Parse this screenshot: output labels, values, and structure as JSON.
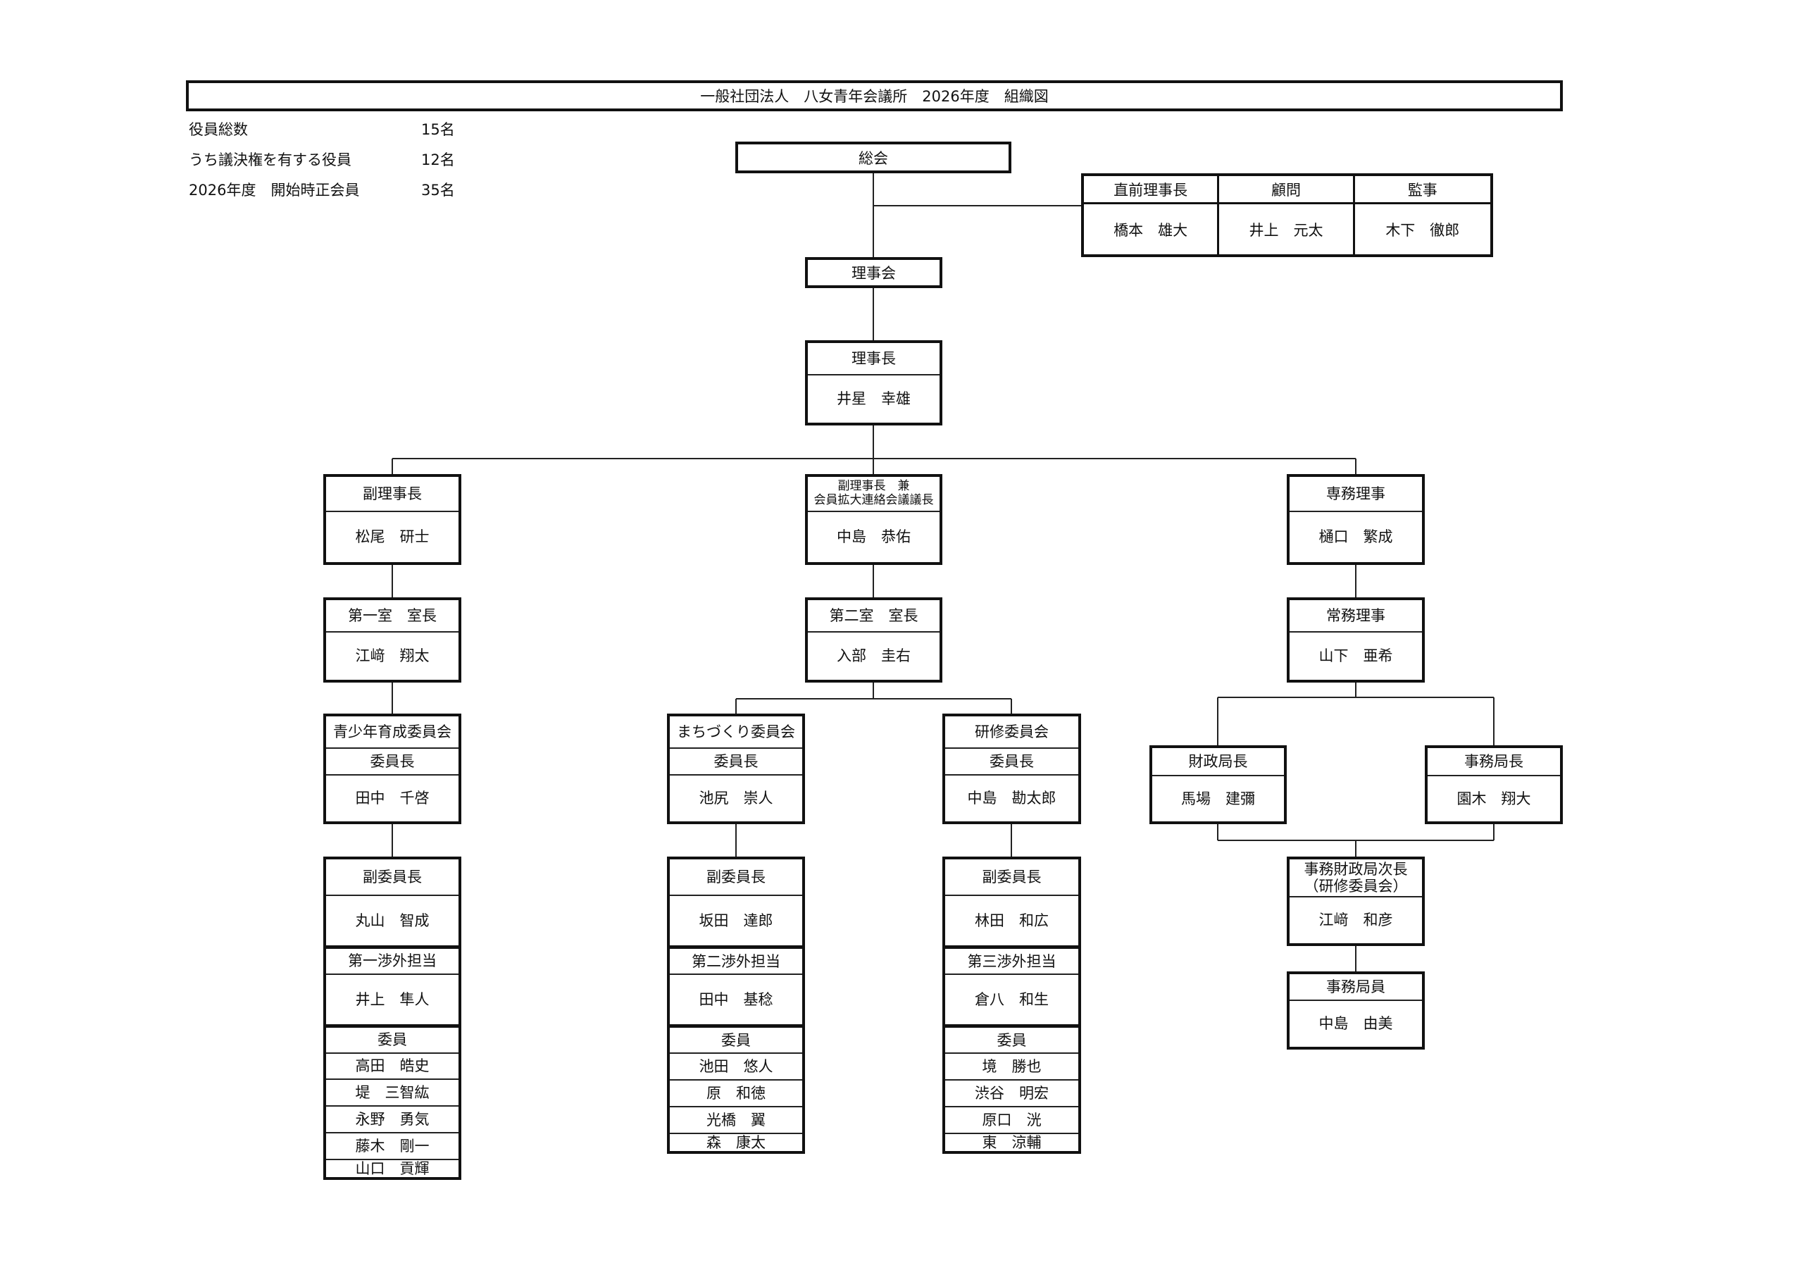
{
  "title": "一般社団法人　八女青年会議所　2026年度　組織図",
  "stats": [
    {
      "label": "役員総数",
      "value": "15名"
    },
    {
      "label": "うち議決権を有する役員",
      "value": "12名"
    },
    {
      "label": "2026年度　開始時正会員",
      "value": "35名"
    }
  ],
  "general_assembly": "総会",
  "advisors": [
    {
      "role": "直前理事長",
      "name": "橋本　雄大"
    },
    {
      "role": "顧問",
      "name": "井上　元太"
    },
    {
      "role": "監事",
      "name": "木下　徹郎"
    }
  ],
  "board": "理事会",
  "president": {
    "role": "理事長",
    "name": "井星　幸雄"
  },
  "vice_left": {
    "role": "副理事長",
    "name": "松尾　研士"
  },
  "vice_center": {
    "role_line1": "副理事長　兼",
    "role_line2": "会員拡大連絡会議議長",
    "name": "中島　恭佑"
  },
  "executive_director": {
    "role": "専務理事",
    "name": "樋口　繁成"
  },
  "room1": {
    "role": "第一室　室長",
    "name": "江﨑　翔太"
  },
  "room2": {
    "role": "第二室　室長",
    "name": "入部　圭右"
  },
  "managing_director": {
    "role": "常務理事",
    "name": "山下　亜希"
  },
  "committees": [
    {
      "name": "青少年育成委員会",
      "chair_label": "委員長",
      "chair": "田中　千啓",
      "vice_label": "副委員長",
      "vice": "丸山　智成",
      "liaison_label": "第一渉外担当",
      "liaison": "井上　隼人",
      "members_label": "委員",
      "members": [
        "高田　皓史",
        "堤　三智紘",
        "永野　勇気",
        "藤木　剛一",
        "山口　貢輝"
      ]
    },
    {
      "name": "まちづくり委員会",
      "chair_label": "委員長",
      "chair": "池尻　崇人",
      "vice_label": "副委員長",
      "vice": "坂田　達郎",
      "liaison_label": "第二渉外担当",
      "liaison": "田中　基稔",
      "members_label": "委員",
      "members": [
        "池田　悠人",
        "原　和徳",
        "光橋　翼",
        "森　康太"
      ]
    },
    {
      "name": "研修委員会",
      "chair_label": "委員長",
      "chair": "中島　勘太郎",
      "vice_label": "副委員長",
      "vice": "林田　和広",
      "liaison_label": "第三渉外担当",
      "liaison": "倉八　和生",
      "members_label": "委員",
      "members": [
        "境　勝也",
        "渋谷　明宏",
        "原口　洸",
        "東　涼輔"
      ]
    }
  ],
  "finance_director": {
    "role": "財政局長",
    "name": "馬場　建彌"
  },
  "secretariat_director": {
    "role": "事務局長",
    "name": "園木　翔大"
  },
  "deputy_director": {
    "role_line1": "事務財政局次長",
    "role_line2": "（研修委員会）",
    "name": "江﨑　和彦"
  },
  "secretariat_staff": {
    "role": "事務局員",
    "name": "中島　由美"
  }
}
